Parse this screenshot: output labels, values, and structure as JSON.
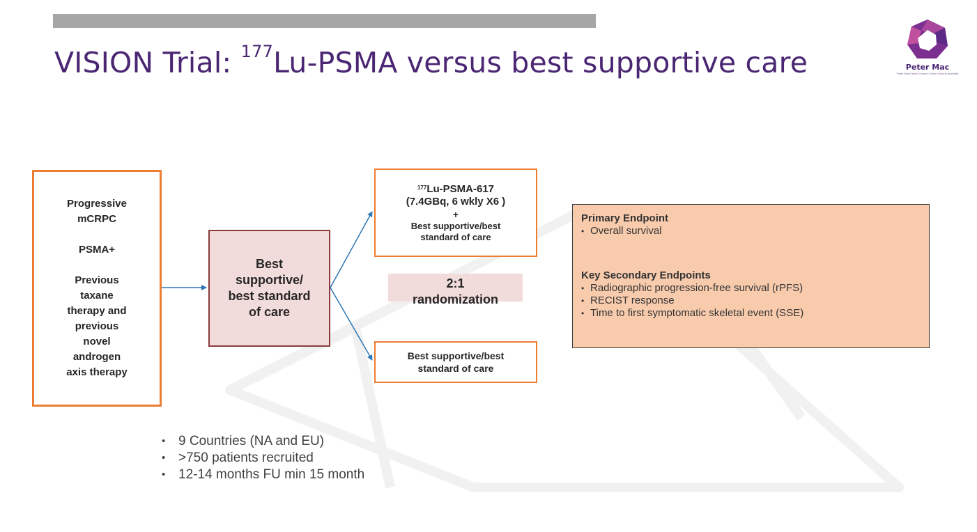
{
  "slide": {
    "title_prefix": "VISION Trial: ",
    "title_sup": "177",
    "title_rest": "Lu-PSMA versus best supportive care",
    "logo": {
      "name": "Peter Mac",
      "subtitle": "Peter MacCallum Cancer Centre Victoria Australia",
      "icon": "peter-mac-logo-icon"
    }
  },
  "diagram": {
    "patient_lines": [
      "Progressive",
      "mCRPC",
      "",
      "PSMA+",
      "",
      "Previous",
      "taxane",
      "therapy and",
      "previous",
      "novel",
      "androgen",
      "axis therapy"
    ],
    "care_lines": [
      "Best",
      "supportive/",
      "best standard",
      "of care"
    ],
    "lu_arm": {
      "sup": "177",
      "line1": "Lu-PSMA-617",
      "line2": "(7.4GBq, 6 wkly X6 )",
      "line3": "+",
      "line4": "Best supportive/best",
      "line5": "standard of care"
    },
    "randomization": {
      "ratio": "2:1",
      "label": "randomization"
    },
    "bsc_arm": [
      "Best supportive/best",
      "standard of care"
    ]
  },
  "endpoints": {
    "primary_heading": "Primary Endpoint",
    "primary": [
      "Overall survival"
    ],
    "secondary_heading": "Key Secondary Endpoints",
    "secondary": [
      "Radiographic progression-free survival (rPFS)",
      "RECIST response",
      "Time to first symptomatic skeletal event (SSE)"
    ]
  },
  "facts": [
    "9 Countries (NA and EU)",
    ">750 patients recruited",
    "12-14 months FU min 15 month"
  ],
  "colors": {
    "title": "#4a2673",
    "orange_border": "#ed7d31",
    "care_fill": "#f2dcdb",
    "care_border": "#8b3b3b",
    "endpoint_fill": "#f8cbad",
    "arrow": "#2e75b6"
  }
}
